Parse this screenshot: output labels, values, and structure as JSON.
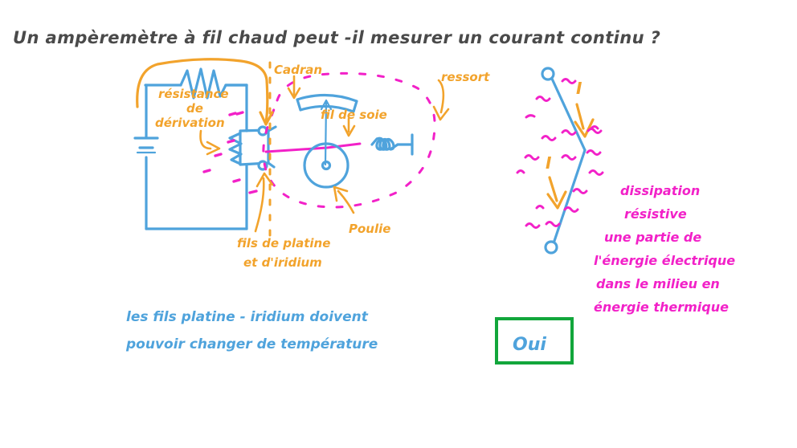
{
  "page": {
    "title": "Un ampèremètre à fil chaud peut -il mesurer un courant continu ?",
    "background_color": "#ffffff",
    "colors": {
      "ink_dark": "#4a4a4a",
      "blue": "#4FA3DC",
      "orange": "#F2A32C",
      "magenta": "#F221C8",
      "green": "#12A63B"
    }
  },
  "left_diagram": {
    "name": "hot-wire-ammeter-schematic",
    "labels": {
      "shunt_line1": "résistance",
      "shunt_line2": "de",
      "shunt_line3": "dérivation",
      "dial": "Cadran",
      "silk_thread": "fil de soie",
      "spring": "ressort",
      "pulley": "Poulie",
      "platinum_line1": "fils de platine",
      "platinum_line2": "et d'iridium"
    }
  },
  "left_note": {
    "line1": "les fils platine - iridium doivent",
    "line2": "pouvoir changer de température"
  },
  "right_diagram": {
    "name": "heated-wire-current-sketch",
    "current_label_top": "I",
    "current_label_bottom": "I"
  },
  "right_note": {
    "line1": "dissipation",
    "line2": "résistive",
    "line3": "une partie de",
    "line4": "l'énergie électrique",
    "line5": "dans le milieu en",
    "line6": "énergie thermique"
  },
  "answer": {
    "text": "Oui",
    "box_color": "#12A63B"
  }
}
